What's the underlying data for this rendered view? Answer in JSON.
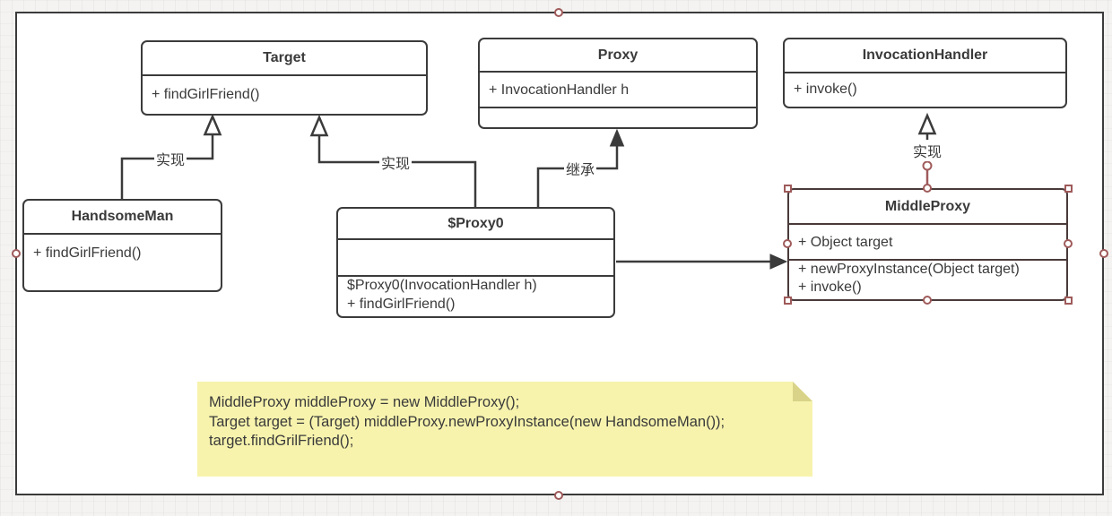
{
  "diagram": {
    "classes": [
      {
        "name": "Target",
        "members": [
          "+ findGirlFriend()"
        ]
      },
      {
        "name": "Proxy",
        "members": [
          "+ InvocationHandler h"
        ]
      },
      {
        "name": "InvocationHandler",
        "members": [
          "+ invoke()"
        ]
      },
      {
        "name": "HandsomeMan",
        "members": [
          "+ findGirlFriend()"
        ]
      },
      {
        "name": "$Proxy0",
        "members": [
          "$Proxy0(InvocationHandler h)",
          "+ findGirlFriend()"
        ]
      },
      {
        "name": "MiddleProxy",
        "field": "+ Object target",
        "methods": [
          "+ newProxyInstance(Object target)",
          "+ invoke()"
        ]
      }
    ],
    "edge_labels": {
      "left_realize": "实现",
      "center_realize": "实现",
      "inherit": "继承",
      "right_realize": "实现"
    },
    "colors": {
      "stroke": "#3b3b3b",
      "selection": "#9f5a5a",
      "note_bg": "#f7f3ad",
      "note_fold": "#d8d388"
    }
  },
  "note": {
    "lines": [
      "MiddleProxy middleProxy = new MiddleProxy();",
      "Target target = (Target) middleProxy.newProxyInstance(new HandsomeMan());",
      "target.findGrilFriend();"
    ]
  }
}
